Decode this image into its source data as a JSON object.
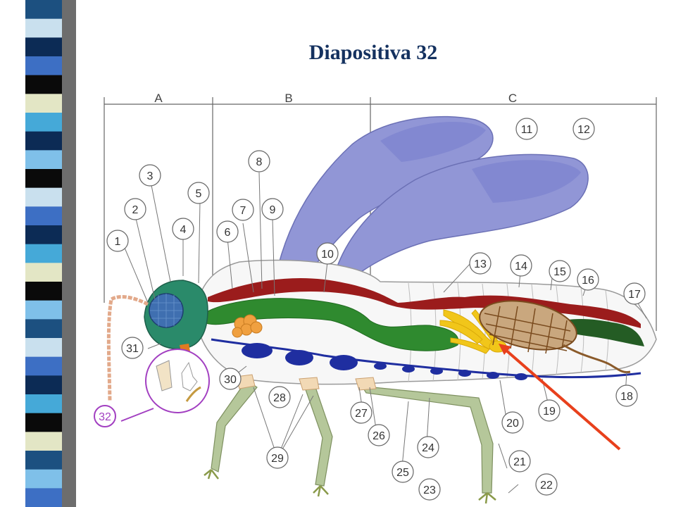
{
  "slide": {
    "title": "Diapositiva 32"
  },
  "colors": {
    "sidebar": [
      "#1c5080",
      "#c9e0ee",
      "#0c2b55",
      "#3d6fc4",
      "#0a0a0a",
      "#e3e6c5",
      "#45a9d8",
      "#7fc0e9",
      "#ffffff"
    ],
    "wings": "#8f95d6",
    "gut": "#2f8a2f",
    "heart": "#9b1c1c",
    "nerve_cord": "#1f2ea0",
    "legs": "#b5c79a",
    "arrow": "#e8401c",
    "callout": "#a23fc1"
  },
  "diagram": {
    "segments": [
      "A",
      "B",
      "C"
    ],
    "labels": [
      "1",
      "2",
      "3",
      "4",
      "5",
      "6",
      "7",
      "8",
      "9",
      "10",
      "11",
      "12",
      "13",
      "14",
      "15",
      "16",
      "17",
      "18",
      "19",
      "20",
      "21",
      "22",
      "23",
      "24",
      "25",
      "26",
      "27",
      "28",
      "29",
      "30",
      "31",
      "32"
    ]
  }
}
